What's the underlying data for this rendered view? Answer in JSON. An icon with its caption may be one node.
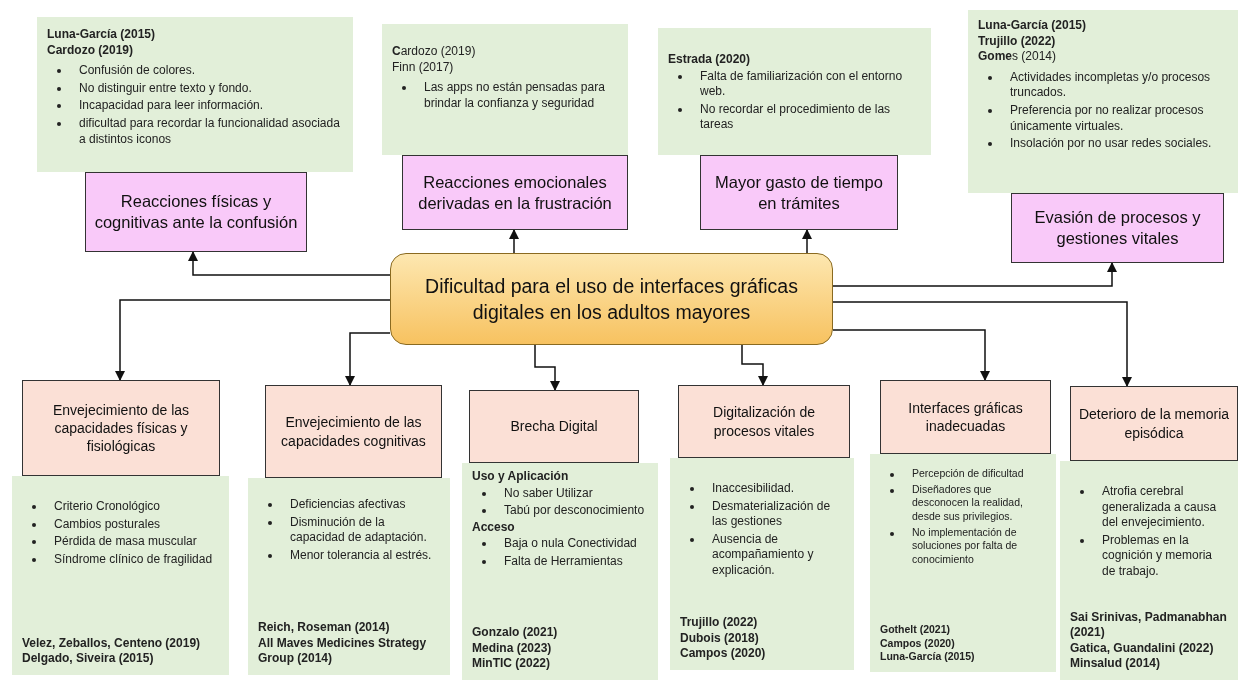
{
  "diagram": {
    "nodes": [
      {
        "text": [
          "Luna-García (2015)",
          "Cardozo (2019)",
          "Confusión de colores.",
          "No distinguir entre texto y fondo.",
          "Incapacidad para leer información.",
          "dificultad para recordar la funcionalidad asociada a distintos iconos"
        ]
      },
      {
        "text": [
          "Reacciones físicas y cognitivas ante la confusión"
        ]
      },
      {
        "text": [
          "**C**ardozo (2019)",
          "Finn (2017)",
          "Las apps no están pensadas para brindar la confianza y seguridad"
        ]
      },
      {
        "text": [
          "Reacciones emocionales derivadas en la frustración"
        ]
      },
      {
        "text": [
          "Estrada (2020)",
          "Falta de familiarización con el entorno web.",
          "No recordar el procedimiento de las tareas"
        ]
      },
      {
        "text": [
          "Mayor gasto de tiempo en trámites"
        ]
      },
      {
        "text": [
          "Luna-García (2015)",
          "Trujillo (2022)",
          "**Gome**s (2014)",
          "Actividades incompletas y/o procesos truncados.",
          "Preferencia por no realizar procesos únicamente virtuales.",
          "Insolación por no usar redes sociales."
        ]
      },
      {
        "text": [
          "Evasión de procesos y gestiones vitales"
        ]
      },
      {
        "text": [
          "Dificultad para el uso de interfaces gráficas digitales en los adultos mayores"
        ]
      },
      {
        "text": [
          "Envejecimiento de las capacidades físicas y fisiológicas"
        ]
      },
      {
        "text": [
          "Criterio Cronológico",
          "Cambios posturales",
          "Pérdida de masa muscular",
          "Síndrome clínico de fragilidad",
          "Velez, Zeballos, Centeno (2019)",
          "Delgado, Siveira (2015)"
        ]
      },
      {
        "text": [
          "Envejecimiento de las capacidades cognitivas"
        ]
      },
      {
        "text": [
          "Deficiencias afectivas",
          "Disminución de la capacidad de adaptación.",
          "Menor tolerancia al estrés.",
          "Reich, Roseman (2014)",
          "All Maves Medicines Strategy Group (2014)"
        ]
      },
      {
        "text": [
          "Brecha Digital"
        ]
      },
      {
        "text": [
          "Uso y Aplicación",
          "No saber Utilizar",
          "Tabú por desconocimiento",
          "Acceso",
          "Baja o nula Conectividad",
          "Falta de Herramientas",
          "Gonzalo (2021)",
          "Medina (2023)",
          "MinTIC (2022)"
        ]
      },
      {
        "text": [
          "Digitalización de procesos vitales"
        ]
      },
      {
        "text": [
          "Inaccesibilidad.",
          "Desmaterialización de las gestiones",
          "Ausencia de acompañamiento y explicación.",
          "Trujillo (2022)",
          "Dubois (2018)",
          "Campos (2020)"
        ]
      },
      {
        "text": [
          "Interfaces gráficas inadecuadas"
        ]
      },
      {
        "text": [
          "Percepción de dificultad",
          "Diseñadores que desconocen la realidad, desde sus privilegios.",
          "No implementación de soluciones por falta de conocimiento",
          "Gothelt (2021)",
          "Campos (2020)",
          "Luna-García (2015)"
        ]
      },
      {
        "text": [
          "Deterioro de la memoria episódica"
        ]
      },
      {
        "text": [
          "Atrofia cerebral generalizada a causa del envejecimiento.",
          "Problemas en la cognición y memoria de trabajo.",
          "Sai Srinivas, Padmanabhan (2021)",
          "Gatica, Guandalini (2022)",
          "Minsalud (2014)"
        ]
      }
    ],
    "edges": [
      {
        "from": 8,
        "to": 1,
        "arrow": "to"
      },
      {
        "from": 8,
        "to": 3,
        "arrow": "to"
      },
      {
        "from": 8,
        "to": 5,
        "arrow": "to"
      },
      {
        "from": 8,
        "to": 7,
        "arrow": "to"
      },
      {
        "from": 8,
        "to": 9,
        "arrow": "to"
      },
      {
        "from": 8,
        "to": 11,
        "arrow": "to"
      },
      {
        "from": 8,
        "to": 13,
        "arrow": "to"
      },
      {
        "from": 8,
        "to": 15,
        "arrow": "to"
      },
      {
        "from": 8,
        "to": 17,
        "arrow": "to"
      },
      {
        "from": 8,
        "to": 19,
        "arrow": "to"
      }
    ]
  }
}
